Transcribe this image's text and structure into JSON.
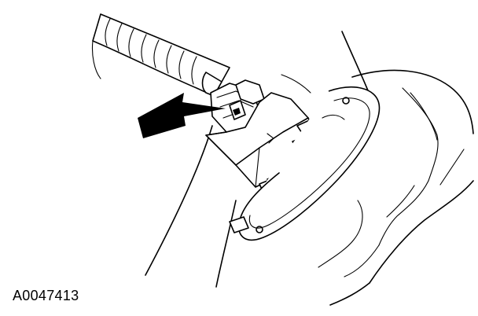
{
  "figure": {
    "id_label": "A0047413"
  },
  "parts": [
    {
      "name": "wiring-harness"
    },
    {
      "name": "electrical-connector"
    },
    {
      "name": "locking-tab"
    },
    {
      "name": "switch-housing"
    },
    {
      "name": "mounting-flange"
    },
    {
      "name": "panel-surface"
    },
    {
      "name": "pointer-arrow"
    }
  ]
}
